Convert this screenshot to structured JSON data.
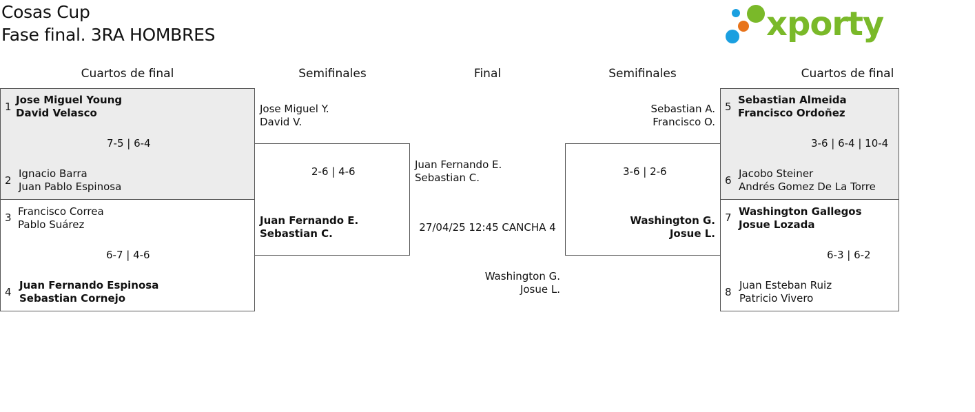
{
  "header": {
    "tournament": "Cosas Cup",
    "phase": "Fase final. 3RA HOMBRES"
  },
  "logo": {
    "wordmark": "xporty",
    "colors": {
      "green": "#7ab929",
      "orange": "#e8731a",
      "blue": "#1a9fe0"
    }
  },
  "columns": [
    "Cuartos de final",
    "Semifinales",
    "Final",
    "Semifinales",
    "Cuartos de final"
  ],
  "quarterfinals": [
    {
      "top": {
        "seed": "1",
        "players": [
          "Jose Miguel Young",
          "David Velasco"
        ]
      },
      "bottom": {
        "seed": "2",
        "players": [
          "Ignacio Barra",
          "Juan Pablo Espinosa"
        ]
      },
      "score": "7-5 | 6-4"
    },
    {
      "top": {
        "seed": "3",
        "players": [
          "Francisco Correa",
          "Pablo Suárez"
        ]
      },
      "bottom": {
        "seed": "4",
        "players": [
          "Juan Fernando Espinosa",
          "Sebastian Cornejo"
        ]
      },
      "score": "6-7 | 4-6"
    },
    {
      "top": {
        "seed": "5",
        "players": [
          "Sebastian Almeida",
          "Francisco Ordoñez"
        ]
      },
      "bottom": {
        "seed": "6",
        "players": [
          "Jacobo Steiner",
          "Andrés Gomez De La Torre"
        ]
      },
      "score": "3-6 | 6-4 | 10-4"
    },
    {
      "top": {
        "seed": "7",
        "players": [
          "Washington Gallegos",
          "Josue Lozada"
        ]
      },
      "bottom": {
        "seed": "8",
        "players": [
          "Juan Esteban Ruiz",
          "Patricio Vivero"
        ]
      },
      "score": "6-3 | 6-2"
    }
  ],
  "semifinals": [
    {
      "top": [
        "Jose Miguel Y.",
        "David V."
      ],
      "bottom": [
        "Juan Fernando E.",
        "Sebastian C."
      ],
      "score": "2-6 | 4-6"
    },
    {
      "top": [
        "Sebastian A.",
        "Francisco O."
      ],
      "bottom": [
        "Washington G.",
        "Josue L."
      ],
      "score": "3-6 | 2-6"
    }
  ],
  "final": {
    "top": [
      "Juan Fernando E.",
      "Sebastian C."
    ],
    "schedule": "27/04/25 12:45 CANCHA 4",
    "bottom": [
      "Washington G.",
      "Josue L."
    ]
  }
}
